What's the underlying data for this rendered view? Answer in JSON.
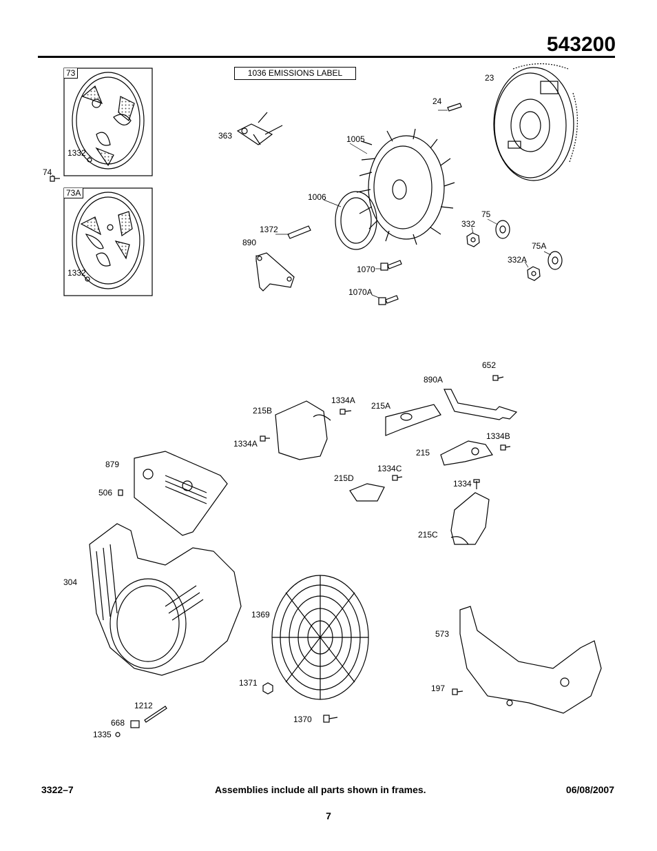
{
  "header": {
    "model_number": "543200"
  },
  "emissions_label": "1036 EMISSIONS LABEL",
  "frames": {
    "frame_a": "73",
    "frame_b": "73A"
  },
  "callouts": {
    "c1332a": "1332",
    "c1332b": "1332",
    "c74": "74",
    "c23": "23",
    "c24": "24",
    "c363": "363",
    "c1005": "1005",
    "c1006": "1006",
    "c1372": "1372",
    "c890": "890",
    "c332": "332",
    "c75": "75",
    "c75a": "75A",
    "c332a": "332A",
    "c1070": "1070",
    "c1070a": "1070A",
    "c652": "652",
    "c890a": "890A",
    "c1334a_1": "1334A",
    "c215b": "215B",
    "c215a": "215A",
    "c1334a_2": "1334A",
    "c1334b": "1334B",
    "c215": "215",
    "c1334c": "1334C",
    "c215d": "215D",
    "c1334": "1334",
    "c879": "879",
    "c506": "506",
    "c215c": "215C",
    "c304": "304",
    "c1369": "1369",
    "c573": "573",
    "c1371": "1371",
    "c197": "197",
    "c1212": "1212",
    "c668": "668",
    "c1335": "1335",
    "c1370": "1370"
  },
  "footer": {
    "doc_code": "3322–7",
    "note": "Assemblies include all parts shown in frames.",
    "date": "06/08/2007",
    "page_number": "7"
  }
}
